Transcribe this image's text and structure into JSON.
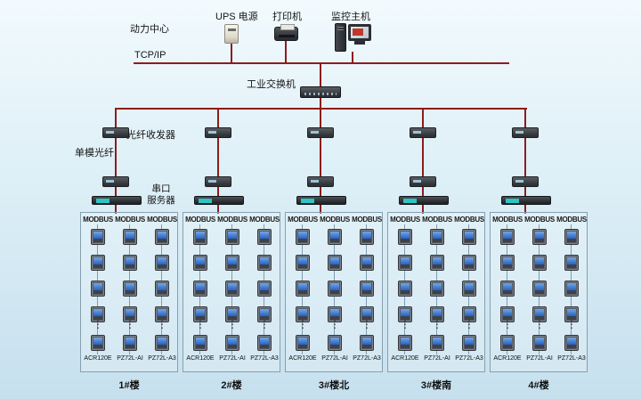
{
  "colors": {
    "line_red": "#8e1c1c",
    "panel_border": "#87a0ae",
    "meter_screen_blue": "#2b5fc0",
    "background_top": "#f2fafd",
    "background_bottom": "#c6e0ee"
  },
  "header": {
    "power_center": "动力中心",
    "tcpip": "TCP/IP",
    "devices": {
      "ups": "UPS 电源",
      "printer": "打印机",
      "host": "监控主机"
    }
  },
  "network": {
    "switch": "工业交换机",
    "fiber_transceiver": "光纤收发器",
    "single_mode_fiber": "单模光纤",
    "serial_server_line1": "串口",
    "serial_server_line2": "服务器"
  },
  "panel_template": {
    "bus_label": "MODBUS",
    "columns": 3,
    "meter_row_tops": [
      18,
      47,
      76,
      105,
      137
    ],
    "model_labels": [
      "ACR120E",
      "PZ72L-AI",
      "PZ72L-A3"
    ],
    "ellipsis": "⋮"
  },
  "buildings": [
    "1#楼",
    "2#楼",
    "3#楼北",
    "3#楼南",
    "4#楼"
  ],
  "group_lefts": [
    90,
    205,
    320,
    435,
    550
  ]
}
